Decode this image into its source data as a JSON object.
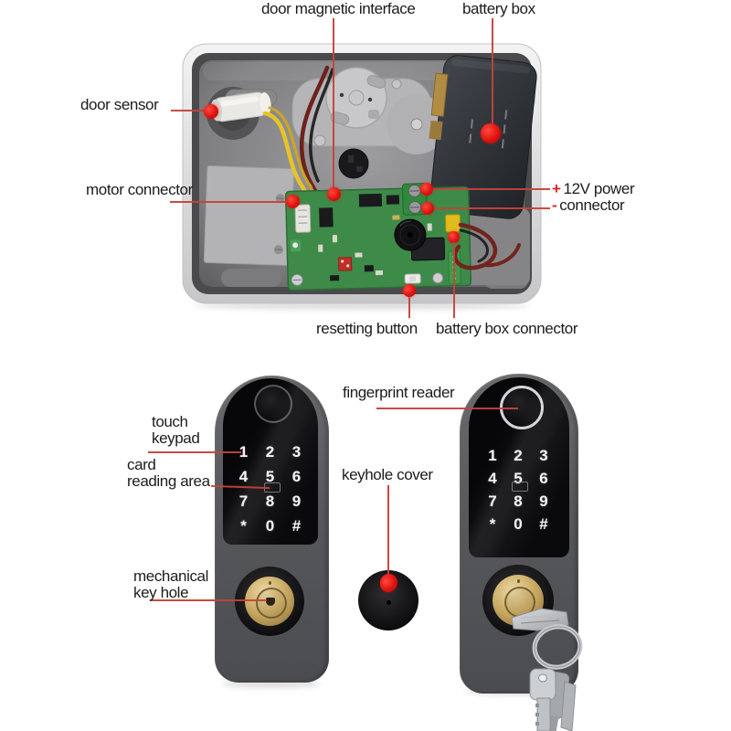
{
  "annotations_top": {
    "door_magnetic_interface": "door magnetic interface",
    "battery_box": "battery box",
    "door_sensor": "door sensor",
    "motor_connector": "motor connector",
    "power_plus_sign": "+",
    "power_line1": "12V power",
    "power_minus_sign": "-",
    "power_line2": "connector",
    "resetting_button": "resetting button",
    "battery_box_connector": "battery box connector"
  },
  "annotations_bottom": {
    "fingerprint_reader": "fingerprint reader",
    "touch_keypad_line1": "touch",
    "touch_keypad_line2": "keypad",
    "card_reading_line1": "card",
    "card_reading_line2": "reading area",
    "keyhole_cover": "keyhole cover",
    "mechanical_key_hole_line1": "mechanical",
    "mechanical_key_hole_line2": "key hole"
  },
  "keypad": {
    "keys": [
      "1",
      "2",
      "3",
      "4",
      "5",
      "6",
      "7",
      "8",
      "9",
      "*",
      "0",
      "#"
    ]
  },
  "colors": {
    "annotation_line": "#c4423a",
    "annotation_dot": "#e01310",
    "label_text": "#1c1c1c",
    "pcb_green": "#3e8a49",
    "brass": "#c9aa64",
    "case_silver": "#d8d8da",
    "battery_dark": "#33363b",
    "lock_body_gray": "#5a5c5f",
    "glass_black": "#0d0d0f"
  }
}
